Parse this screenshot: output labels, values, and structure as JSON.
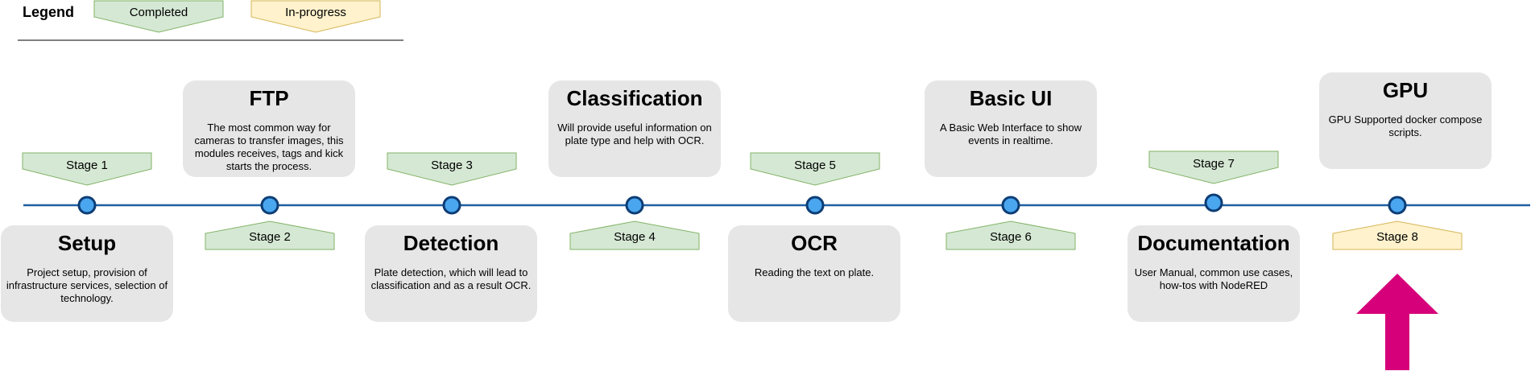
{
  "legend": {
    "title": "Legend",
    "completed_label": "Completed",
    "inprogress_label": "In-progress"
  },
  "colors": {
    "completed_fill": "#d5e8d4",
    "completed_stroke": "#82b366",
    "inprogress_fill": "#fff2cc",
    "inprogress_stroke": "#d6b656",
    "card_bg": "#e6e6e6",
    "timeline": "#1f5fa0",
    "node_fill": "#4aa6ee",
    "node_stroke": "#0d3d75",
    "arrow": "#d6007a"
  },
  "stages": [
    {
      "label": "Stage 1",
      "status": "completed",
      "title": "Setup",
      "description": "Project setup, provision of infrastructure services, selection of technology."
    },
    {
      "label": "Stage 2",
      "status": "completed",
      "title": "FTP",
      "description": "The most common way for cameras to transfer images, this modules receives, tags and kick starts the process."
    },
    {
      "label": "Stage 3",
      "status": "completed",
      "title": "Detection",
      "description": "Plate detection, which will lead to classification and as a result OCR."
    },
    {
      "label": "Stage 4",
      "status": "completed",
      "title": "Classification",
      "description": "Will provide useful information on plate type and help with OCR."
    },
    {
      "label": "Stage 5",
      "status": "completed",
      "title": "OCR",
      "description": "Reading the text on plate."
    },
    {
      "label": "Stage 6",
      "status": "completed",
      "title": "Basic UI",
      "description": "A Basic Web Interface to show events in realtime."
    },
    {
      "label": "Stage 7",
      "status": "completed",
      "title": "Documentation",
      "description": "User Manual, common use cases, how-tos with NodeRED"
    },
    {
      "label": "Stage 8",
      "status": "in-progress",
      "title": "GPU",
      "description": "GPU Supported docker compose scripts."
    }
  ],
  "current_marker": {
    "icon": "up-arrow-icon",
    "points_to": "Stage 8"
  }
}
